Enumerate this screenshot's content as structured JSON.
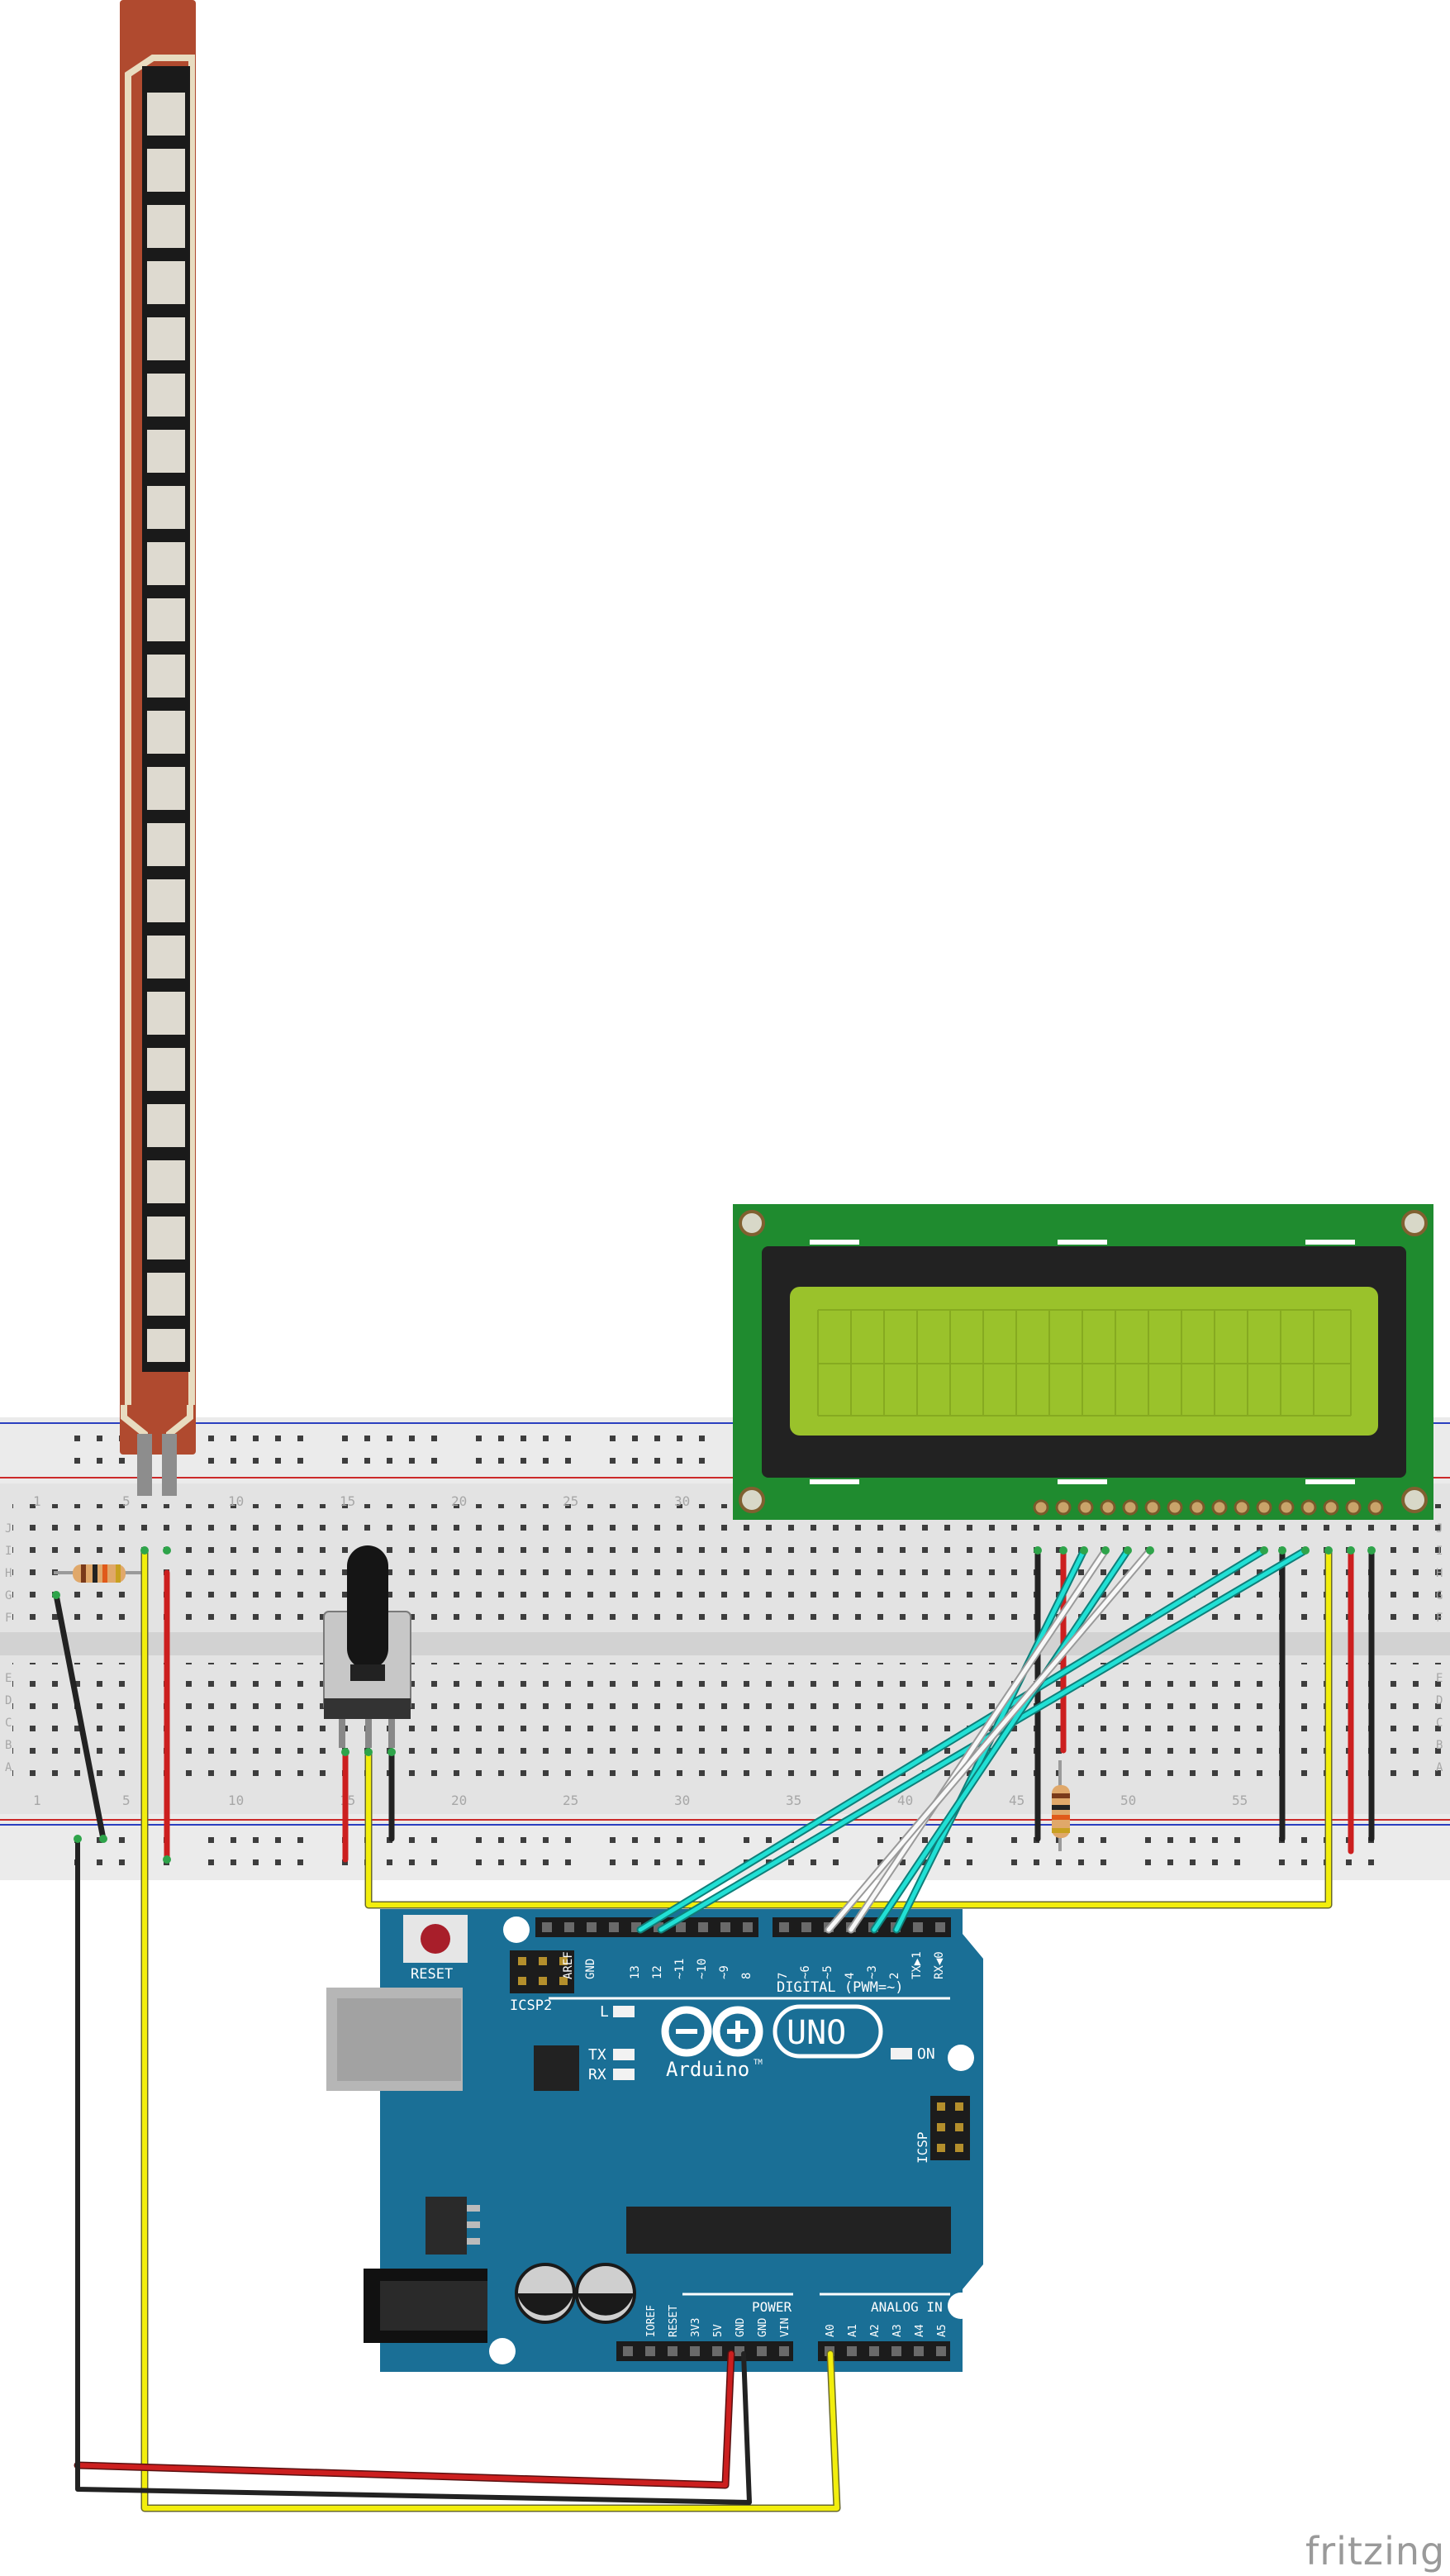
{
  "watermark": "fritzing",
  "breadboard": {
    "column_numbers": [
      "1",
      "5",
      "10",
      "15",
      "20",
      "25",
      "30",
      "35",
      "40",
      "45",
      "50",
      "55"
    ],
    "row_letters_top": [
      "J",
      "I",
      "H",
      "G",
      "F"
    ],
    "row_letters_bottom": [
      "E",
      "D",
      "C",
      "B",
      "A"
    ]
  },
  "arduino": {
    "board_name": "UNO",
    "brand": "Arduino",
    "trademark": "TM",
    "reset_label": "RESET",
    "icsp2_label": "ICSP2",
    "icsp_label": "ICSP",
    "led_l": "L",
    "led_tx": "TX",
    "led_rx": "RX",
    "led_on": "ON",
    "digital_label": "DIGITAL (PWM=~)",
    "power_label": "POWER",
    "analog_label": "ANALOG IN",
    "digital_pins": [
      "AREF",
      "GND",
      "13",
      "12",
      "~11",
      "~10",
      "~9",
      "8",
      "7",
      "~6",
      "~5",
      "4",
      "~3",
      "2",
      "TX▶1",
      "RX◀0"
    ],
    "power_pins": [
      "IOREF",
      "RESET",
      "3V3",
      "5V",
      "GND",
      "GND",
      "VIN"
    ],
    "analog_pins": [
      "A0",
      "A1",
      "A2",
      "A3",
      "A4",
      "A5"
    ]
  },
  "colors": {
    "flex_sensor": "#b04a2f",
    "arduino_blue": "#1a6f96",
    "lcd_pcb": "#1f8b2f",
    "lcd_screen": "#9ac22b",
    "wire_yellow": "#f2ee0c",
    "wire_red": "#cc1f1f",
    "wire_black": "#222222",
    "wire_cyan": "#21c9c2",
    "wire_white": "#f4f4f4"
  }
}
